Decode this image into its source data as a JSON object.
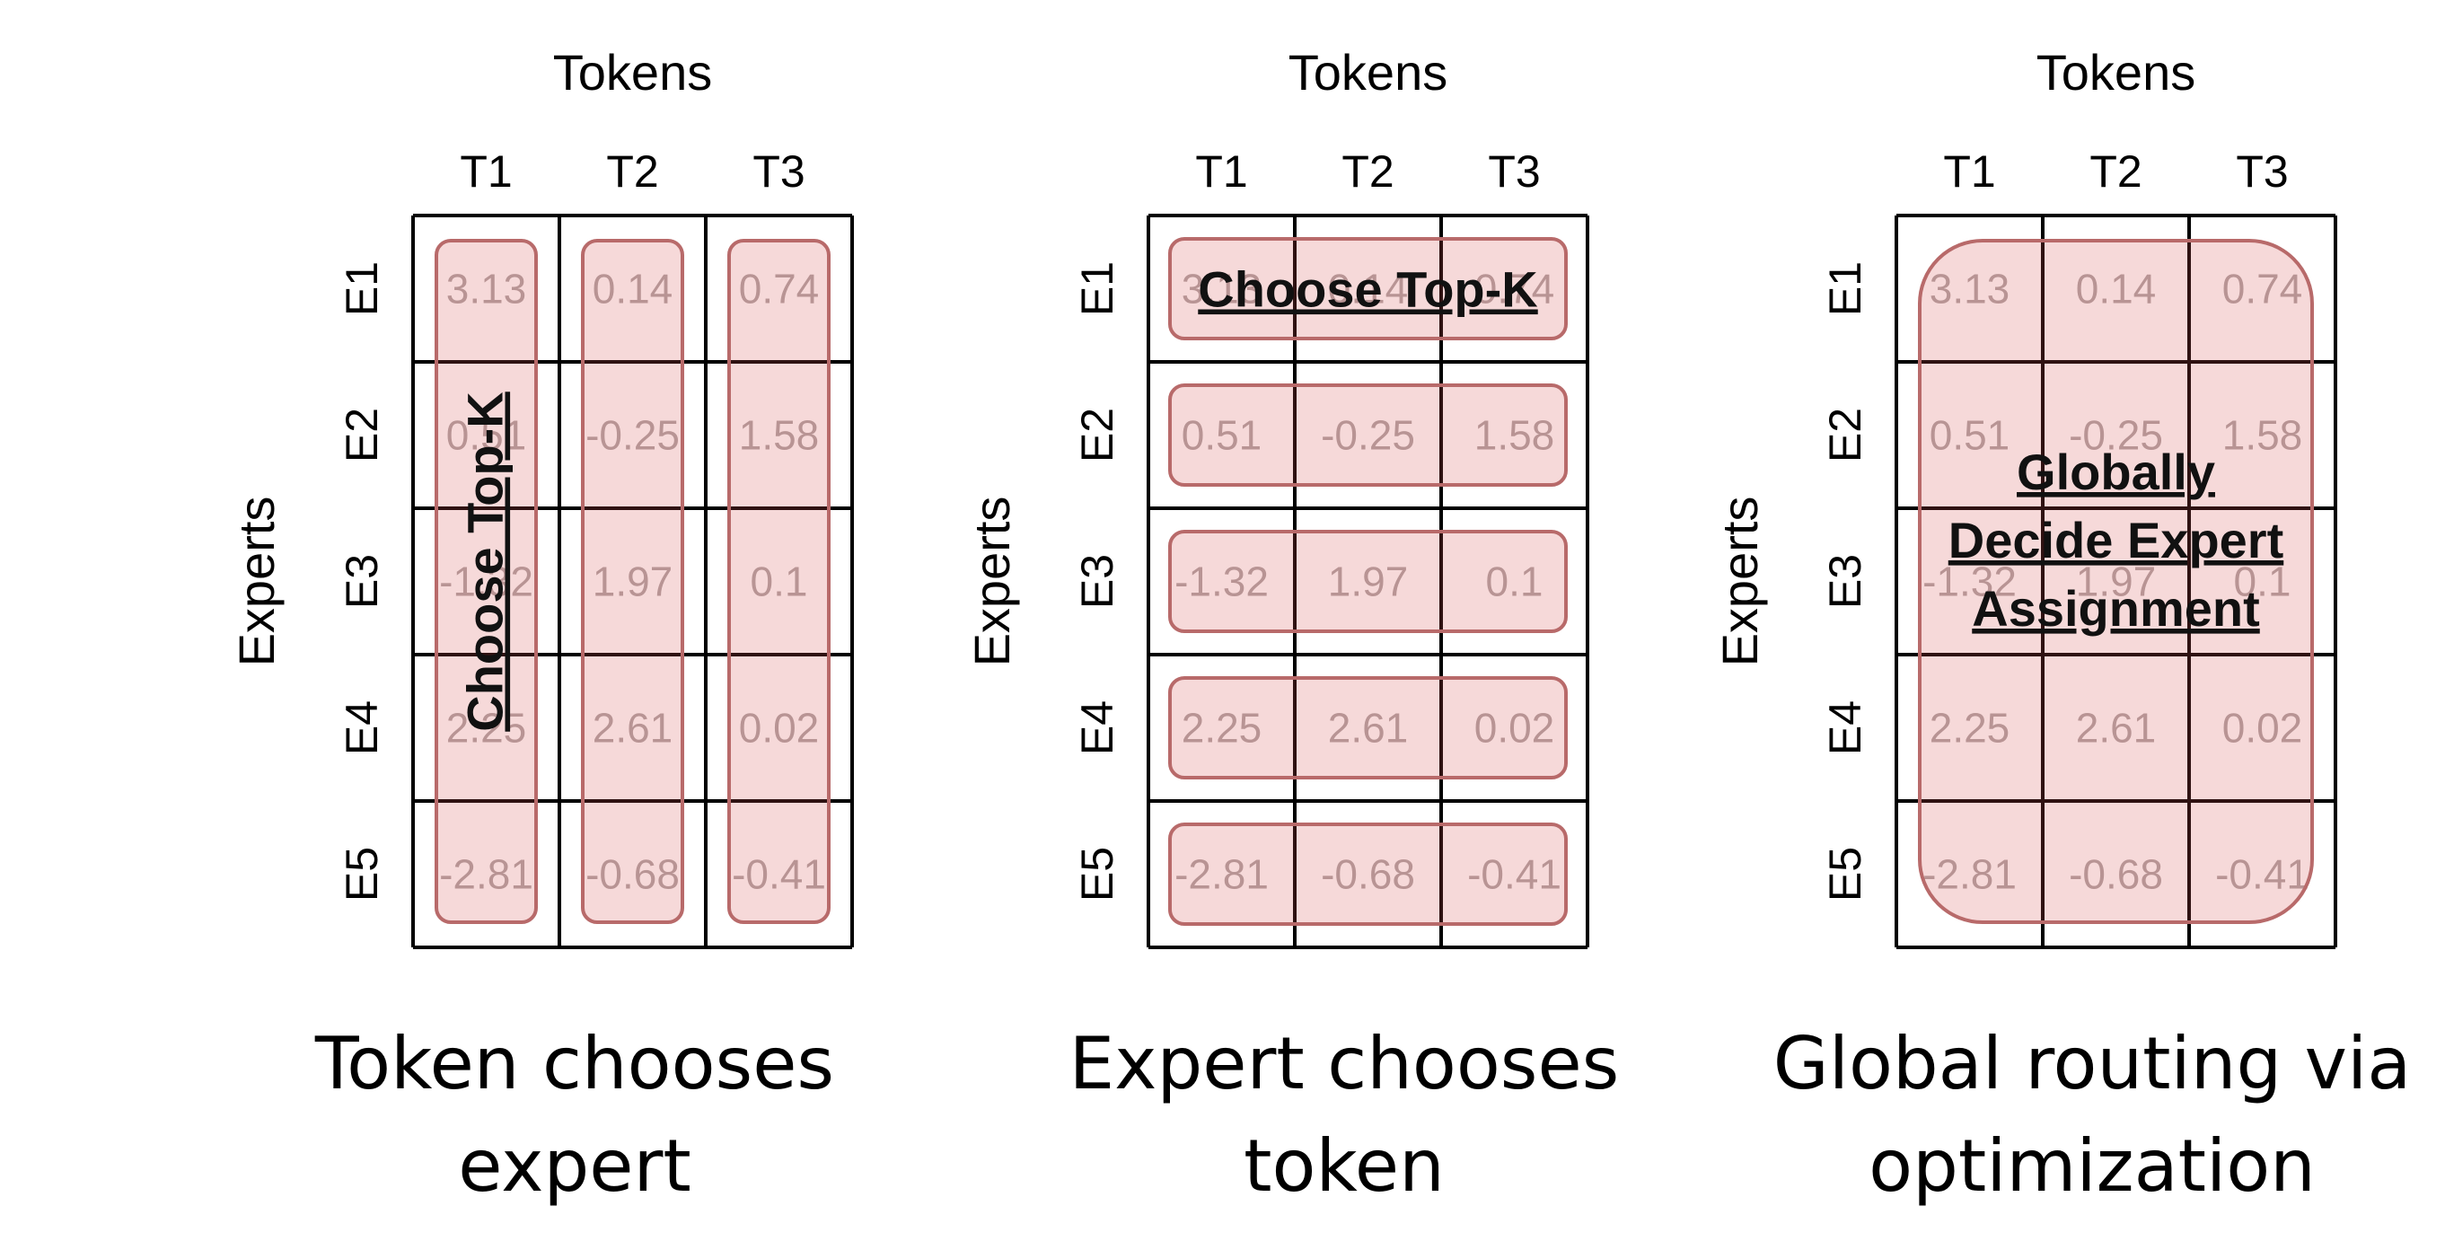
{
  "panels": [
    {
      "id": "token-chooses-expert",
      "x_axis_title": "Tokens",
      "y_axis_title": "Experts",
      "columns": [
        "T1",
        "T2",
        "T3"
      ],
      "rows": [
        "E1",
        "E2",
        "E3",
        "E4",
        "E5"
      ],
      "values": [
        [
          "3.13",
          "0.14",
          "0.74"
        ],
        [
          "0.51",
          "-0.25",
          "1.58"
        ],
        [
          "-1.32",
          "1.97",
          "0.1"
        ],
        [
          "2.25",
          "2.61",
          "0.02"
        ],
        [
          "-2.81",
          "-0.68",
          "-0.41"
        ]
      ],
      "highlight_mode": "columns",
      "overlay_label": "Choose Top-K",
      "caption_lines": [
        "Token chooses",
        "expert"
      ]
    },
    {
      "id": "expert-chooses-token",
      "x_axis_title": "Tokens",
      "y_axis_title": "Experts",
      "columns": [
        "T1",
        "T2",
        "T3"
      ],
      "rows": [
        "E1",
        "E2",
        "E3",
        "E4",
        "E5"
      ],
      "values": [
        [
          "3.13",
          "0.14",
          "0.74"
        ],
        [
          "0.51",
          "-0.25",
          "1.58"
        ],
        [
          "-1.32",
          "1.97",
          "0.1"
        ],
        [
          "2.25",
          "2.61",
          "0.02"
        ],
        [
          "-2.81",
          "-0.68",
          "-0.41"
        ]
      ],
      "highlight_mode": "rows",
      "overlay_label": "Choose Top-K",
      "caption_lines": [
        "Expert chooses",
        "token"
      ]
    },
    {
      "id": "global-routing",
      "x_axis_title": "Tokens",
      "y_axis_title": "Experts",
      "columns": [
        "T1",
        "T2",
        "T3"
      ],
      "rows": [
        "E1",
        "E2",
        "E3",
        "E4",
        "E5"
      ],
      "values": [
        [
          "3.13",
          "0.14",
          "0.74"
        ],
        [
          "0.51",
          "-0.25",
          "1.58"
        ],
        [
          "-1.32",
          "1.97",
          "0.1"
        ],
        [
          "2.25",
          "2.61",
          "0.02"
        ],
        [
          "-2.81",
          "-0.68",
          "-0.41"
        ]
      ],
      "highlight_mode": "all",
      "overlay_label_lines": [
        "Globally",
        "Decide Expert",
        "Assignment"
      ],
      "caption_lines": [
        "Global routing via",
        "optimization"
      ]
    }
  ],
  "colors": {
    "highlight_fill": "#f2cccc",
    "highlight_stroke": "#b86a6a",
    "cell_text": "#b0a7a7"
  }
}
